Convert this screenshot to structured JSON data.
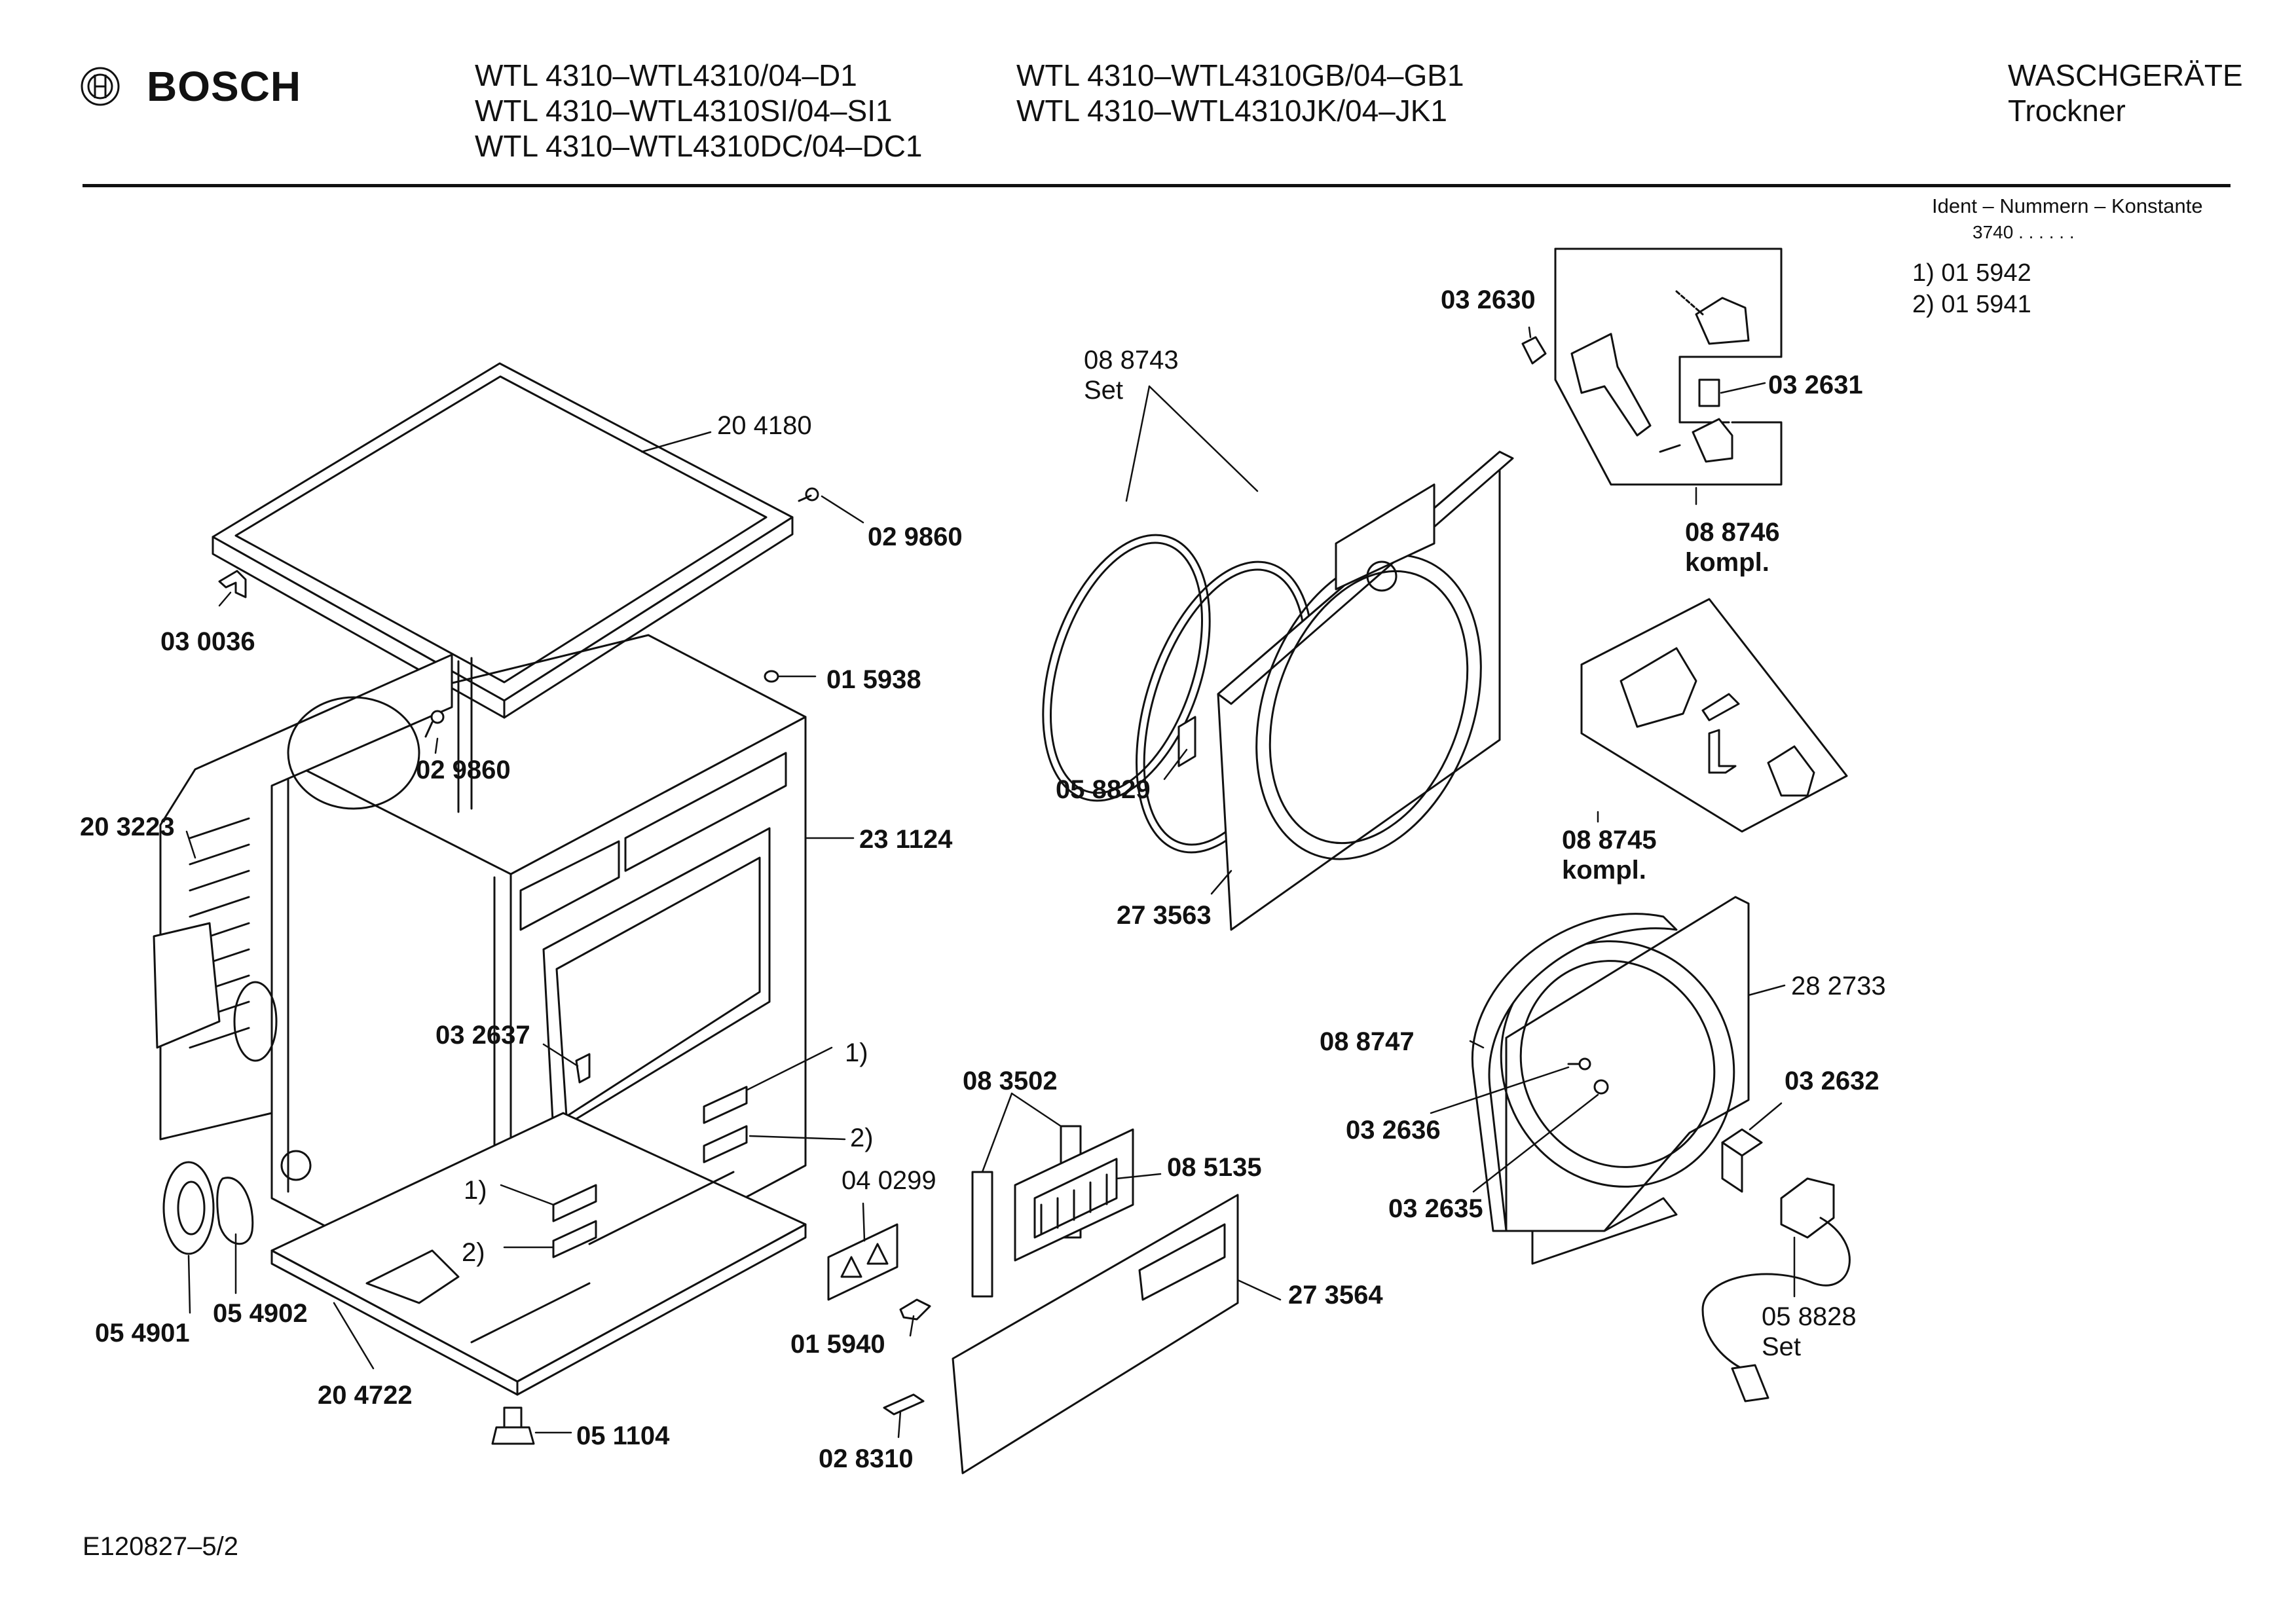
{
  "header": {
    "brand": "BOSCH",
    "models_col1": [
      "WTL 4310–WTL4310/04–D1",
      "WTL 4310–WTL4310SI/04–SI1",
      "WTL 4310–WTL4310DC/04–DC1"
    ],
    "models_col2": [
      "WTL 4310–WTL4310GB/04–GB1",
      "WTL 4310–WTL4310JK/04–JK1"
    ],
    "category": "WASCHGERÄTE",
    "subcategory": "Trockner"
  },
  "ident": {
    "title": "Ident – Nummern – Konstante",
    "value": "3740 . .  . . . .",
    "variants": [
      "1)  01 5942",
      "2)  01 5941"
    ]
  },
  "parts": {
    "p204180": "20 4180",
    "p029860a": "02 9860",
    "p030036": "03 0036",
    "p015938": "01 5938",
    "p029860b": "02 9860",
    "p203223": "20 3223",
    "p231124": "23 1124",
    "p032637": "03 2637",
    "m1a": "1)",
    "m2a": "2)",
    "m1b": "1)",
    "m2b": "2)",
    "p054901": "05 4901",
    "p054902": "05 4902",
    "p204722": "20 4722",
    "p051104": "05 1104",
    "p088743": "08 8743",
    "p088743s": "Set",
    "p058829": "05 8829",
    "p273563": "27 3563",
    "p032630": "03 2630",
    "p032631": "03 2631",
    "p088746": "08 8746",
    "p088746k": "kompl.",
    "p088745": "08 8745",
    "p088745k": "kompl.",
    "p282733": "28 2733",
    "p088747": "08 8747",
    "p032636": "03 2636",
    "p032635": "03 2635",
    "p032632": "03 2632",
    "p058828": "05 8828",
    "p058828s": "Set",
    "p083502": "08 3502",
    "p040299": "04 0299",
    "p085135": "08 5135",
    "p015940": "01 5940",
    "p273564": "27 3564",
    "p028310": "02 8310"
  },
  "footer": {
    "code": "E120827–5/2"
  }
}
